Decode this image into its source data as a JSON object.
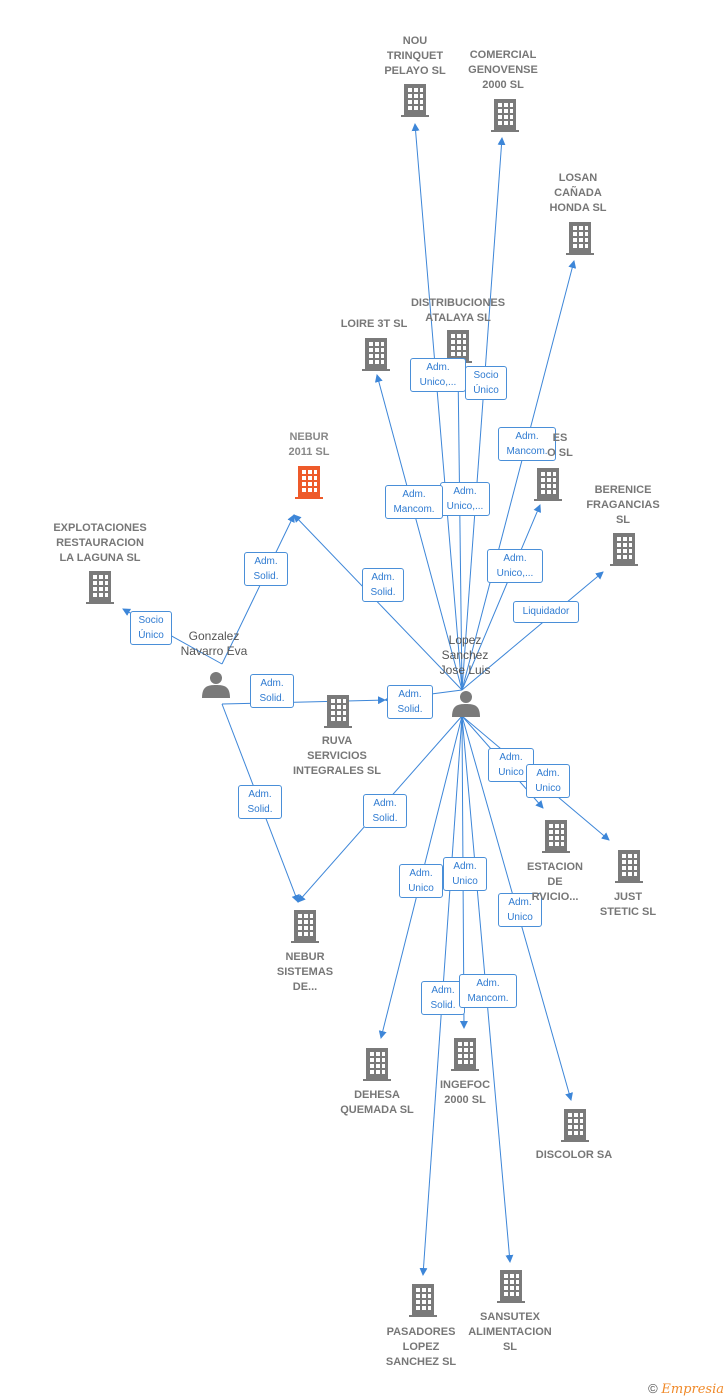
{
  "colors": {
    "edge": "#3d86d8",
    "company": "#7a7a7a",
    "focus_company": "#ee5a2a",
    "person": "#7a7a7a"
  },
  "nodes": [
    {
      "id": "nou",
      "label": "NOU\nTRINQUET\nPELAYO  SL",
      "kind": "company"
    },
    {
      "id": "comercial",
      "label": "COMERCIAL\nGENOVENSE\n2000 SL",
      "kind": "company"
    },
    {
      "id": "losan",
      "label": "LOSAN\nCAÑADA\nHONDA SL",
      "kind": "company"
    },
    {
      "id": "distrib",
      "label": "DISTRIBUCIONES\nATALAYA SL",
      "kind": "company"
    },
    {
      "id": "loire",
      "label": "LOIRE 3T SL",
      "kind": "company"
    },
    {
      "id": "nebur2011",
      "label": "NEBUR\n2011  SL",
      "kind": "focus"
    },
    {
      "id": "es",
      "label": "ES\nO  SL",
      "kind": "company"
    },
    {
      "id": "berenice",
      "label": "BERENICE\nFRAGANCIAS\nSL",
      "kind": "company"
    },
    {
      "id": "explot",
      "label": "EXPLOTACIONES\nRESTAURACION\nLA LAGUNA SL",
      "kind": "company"
    },
    {
      "id": "gonzalez",
      "label": "Gonzalez\nNavarro Eva",
      "kind": "person"
    },
    {
      "id": "lopez",
      "label": "Lopez\nSanchez\nJose Luis",
      "kind": "person"
    },
    {
      "id": "ruva",
      "label": "RUVA\nSERVICIOS\nINTEGRALES SL",
      "kind": "company"
    },
    {
      "id": "estacion",
      "label": "ESTACION\nDE\nRVICIO...",
      "kind": "company"
    },
    {
      "id": "just",
      "label": "JUST\nSTETIC  SL",
      "kind": "company"
    },
    {
      "id": "neburSist",
      "label": "NEBUR\nSISTEMAS\nDE...",
      "kind": "company"
    },
    {
      "id": "dehesa",
      "label": "DEHESA\nQUEMADA SL",
      "kind": "company"
    },
    {
      "id": "ingefoc",
      "label": "INGEFOC\n2000 SL",
      "kind": "company"
    },
    {
      "id": "discolor",
      "label": "DISCOLOR SA",
      "kind": "company"
    },
    {
      "id": "pasadores",
      "label": "PASADORES\nLOPEZ\nSANCHEZ SL",
      "kind": "company"
    },
    {
      "id": "sansutex",
      "label": "SANSUTEX\nALIMENTACION\nSL",
      "kind": "company"
    }
  ],
  "edges": [
    {
      "from": "lopez",
      "to": "nou",
      "label": "Adm.\nUnico,..."
    },
    {
      "from": "lopez",
      "to": "comercial",
      "label": "Socio\nÚnico"
    },
    {
      "from": "lopez",
      "to": "losan",
      "label": "Adm.\nMancom."
    },
    {
      "from": "lopez",
      "to": "distrib",
      "label": "Adm.\nUnico,..."
    },
    {
      "from": "lopez",
      "to": "loire",
      "label": "Adm.\nMancom."
    },
    {
      "from": "lopez",
      "to": "nebur2011",
      "label": "Adm.\nSolid."
    },
    {
      "from": "lopez",
      "to": "es",
      "label": "Adm.\nUnico,..."
    },
    {
      "from": "lopez",
      "to": "berenice",
      "label": "Liquidador"
    },
    {
      "from": "lopez",
      "to": "ruva",
      "label": "Adm.\nSolid."
    },
    {
      "from": "lopez",
      "to": "estacion",
      "label": "Adm.\nUnico"
    },
    {
      "from": "lopez",
      "to": "just",
      "label": "Adm.\nUnico"
    },
    {
      "from": "lopez",
      "to": "neburSist",
      "label": "Adm.\nSolid."
    },
    {
      "from": "lopez",
      "to": "dehesa",
      "label": "Adm.\nUnico"
    },
    {
      "from": "lopez",
      "to": "ingefoc",
      "label": "Adm.\nUnico"
    },
    {
      "from": "lopez",
      "to": "discolor",
      "label": "Adm.\nUnico"
    },
    {
      "from": "lopez",
      "to": "pasadores",
      "label": "Adm.\nSolid."
    },
    {
      "from": "lopez",
      "to": "sansutex",
      "label": "Adm.\nMancom."
    },
    {
      "from": "gonzalez",
      "to": "nebur2011",
      "label": "Adm.\nSolid."
    },
    {
      "from": "gonzalez",
      "to": "explot",
      "label": "Socio\nÚnico"
    },
    {
      "from": "gonzalez",
      "to": "ruva",
      "label": "Adm.\nSolid."
    },
    {
      "from": "gonzalez",
      "to": "neburSist",
      "label": "Adm.\nSolid."
    }
  ],
  "footer": {
    "copyright": "©",
    "brand": "Empresia"
  }
}
